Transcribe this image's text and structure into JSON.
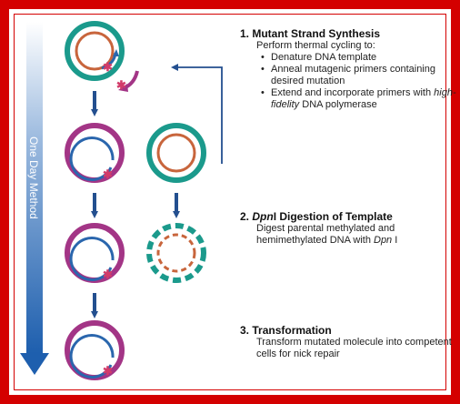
{
  "method_label": "One Day Method",
  "colors": {
    "frame": "#d40000",
    "teal": "#1b9a8c",
    "orange": "#c8653c",
    "magenta": "#a33586",
    "blue": "#2a66ad",
    "arrow": "#234f8f",
    "mutation": "#d23b6a"
  },
  "steps": [
    {
      "number": "1.",
      "title": "Mutant Strand Synthesis",
      "intro": "Perform thermal cycling to:",
      "bullets": [
        {
          "text": "Denature DNA template"
        },
        {
          "text": "Anneal mutagenic primers containing desired mutation"
        },
        {
          "pre": "Extend and incorporate primers with ",
          "italic": "high-fidelity",
          "post": " DNA polymerase"
        }
      ]
    },
    {
      "number": "2.",
      "title_italic": "Dpn",
      "title_rest": "I Digestion of Template",
      "desc_pre": "Digest parental methylated and hemimethylated DNA with ",
      "desc_italic": "Dpn",
      "desc_post": " I"
    },
    {
      "number": "3.",
      "title": "Transformation",
      "desc": "Transform mutated molecule into competent cells for nick repair"
    }
  ]
}
